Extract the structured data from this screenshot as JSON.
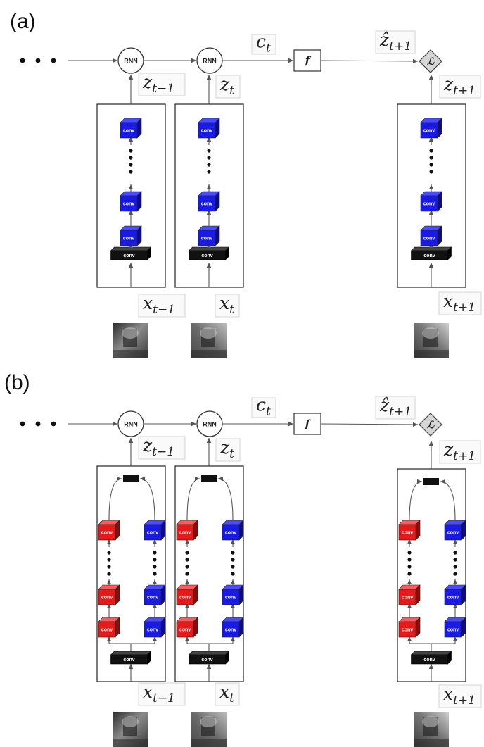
{
  "panels": [
    {
      "label": "(a)",
      "conv_color": "blue"
    },
    {
      "label": "(b)",
      "conv_colors": [
        "red",
        "blue"
      ]
    }
  ],
  "nodes": {
    "rnn_label": "RNN",
    "f_label": "f",
    "loss_label": "ℒ",
    "conv_label": "conv"
  },
  "math_labels": {
    "c_t": {
      "base": "c",
      "sub": "t"
    },
    "z_hat_t_plus_1": {
      "base": "ẑ",
      "sub": "t+1"
    },
    "z_t_minus_1": {
      "base": "z",
      "sub": "t−1"
    },
    "z_t": {
      "base": "z",
      "sub": "t"
    },
    "z_t_plus_1": {
      "base": "z",
      "sub": "t+1"
    },
    "x_t_minus_1": {
      "base": "x",
      "sub": "t−1"
    },
    "x_t": {
      "base": "x",
      "sub": "t"
    },
    "x_t_plus_1": {
      "base": "x",
      "sub": "t+1"
    }
  },
  "colors": {
    "blue_front": "#1a1ae6",
    "blue_top": "#4a4aff",
    "blue_side": "#0b0b8c",
    "red_front": "#e61a1a",
    "red_top": "#ff5a5a",
    "red_side": "#8c0b0b",
    "black": "#111111",
    "line": "#555555"
  }
}
